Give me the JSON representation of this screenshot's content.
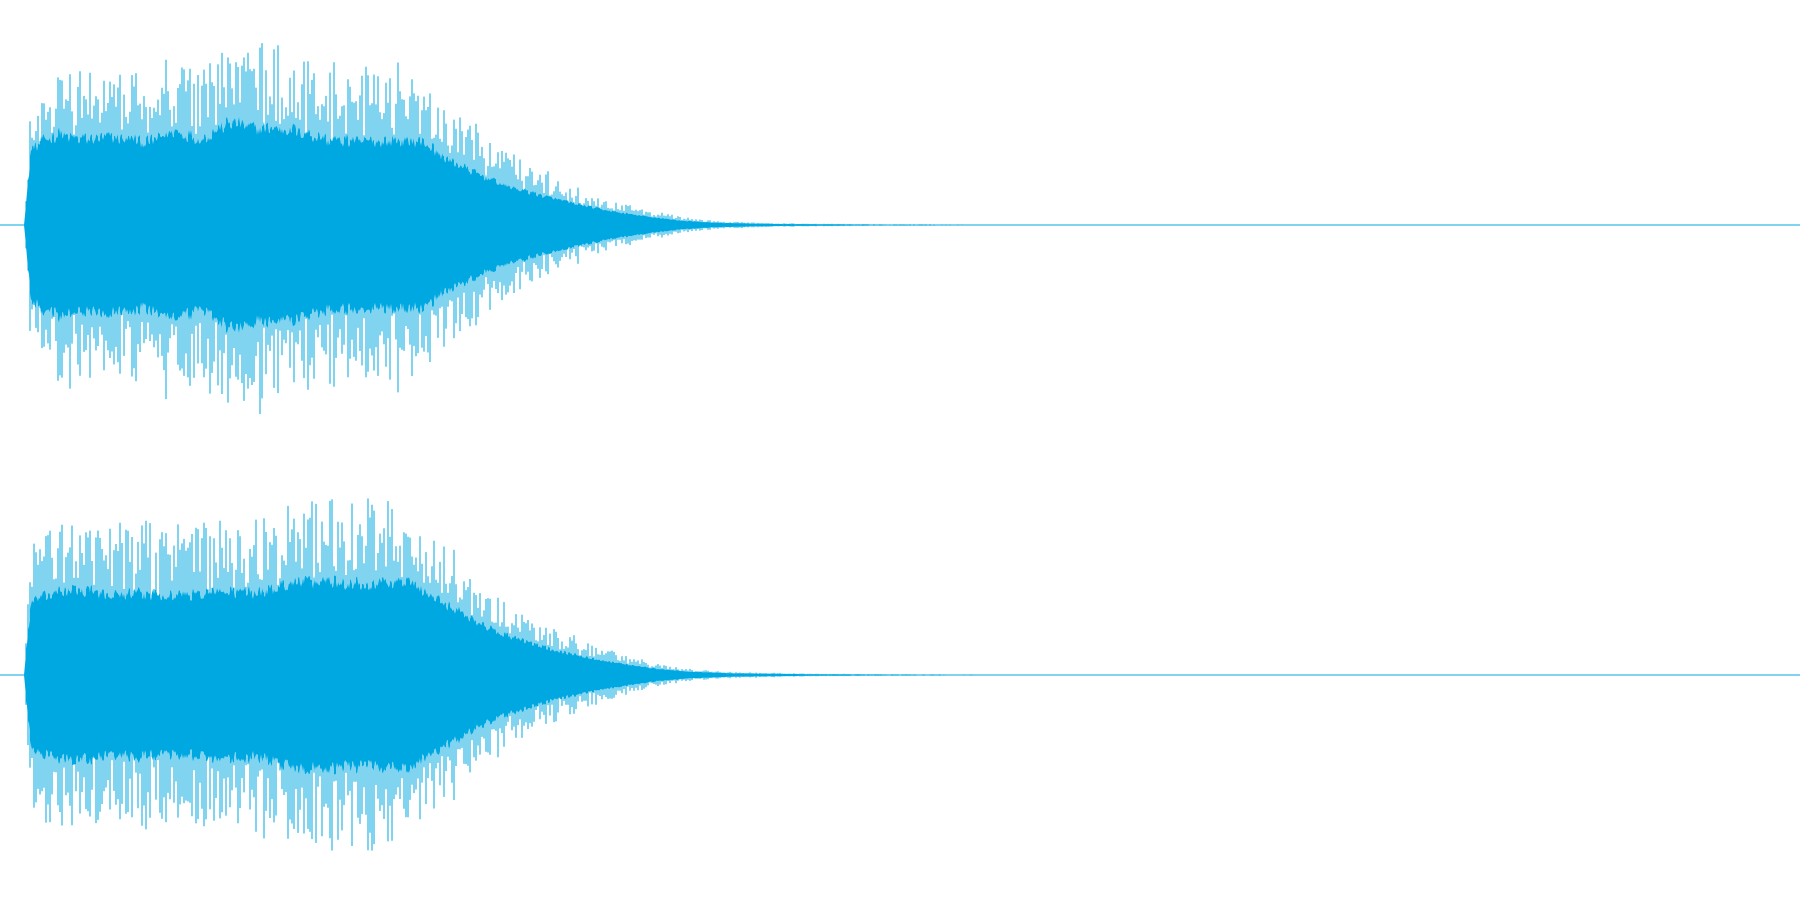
{
  "chart_data": {
    "type": "area",
    "title": "",
    "xlabel": "",
    "ylabel": "",
    "color": "#00a8e2",
    "background": "#ffffff",
    "ylim": [
      -1,
      1
    ],
    "x_range": [
      0,
      1
    ],
    "grid": false,
    "legend": "none",
    "series": [
      {
        "channel": 1,
        "envelope": [
          {
            "t": 0.0,
            "peak": 0.0
          },
          {
            "t": 0.002,
            "peak": 0.35
          },
          {
            "t": 0.004,
            "peak": 0.7
          },
          {
            "t": 0.01,
            "peak": 0.78
          },
          {
            "t": 0.02,
            "peak": 0.85
          },
          {
            "t": 0.03,
            "peak": 0.8
          },
          {
            "t": 0.05,
            "peak": 0.82
          },
          {
            "t": 0.07,
            "peak": 0.78
          },
          {
            "t": 0.085,
            "peak": 0.88
          },
          {
            "t": 0.1,
            "peak": 0.8
          },
          {
            "t": 0.115,
            "peak": 0.95
          },
          {
            "t": 0.13,
            "peak": 0.92
          },
          {
            "t": 0.15,
            "peak": 0.9
          },
          {
            "t": 0.17,
            "peak": 0.8
          },
          {
            "t": 0.19,
            "peak": 0.78
          },
          {
            "t": 0.21,
            "peak": 0.8
          },
          {
            "t": 0.225,
            "peak": 0.78
          },
          {
            "t": 0.24,
            "peak": 0.6
          },
          {
            "t": 0.255,
            "peak": 0.48
          },
          {
            "t": 0.27,
            "peak": 0.38
          },
          {
            "t": 0.29,
            "peak": 0.28
          },
          {
            "t": 0.31,
            "peak": 0.2
          },
          {
            "t": 0.33,
            "peak": 0.13
          },
          {
            "t": 0.35,
            "peak": 0.08
          },
          {
            "t": 0.37,
            "peak": 0.04
          },
          {
            "t": 0.39,
            "peak": 0.02
          },
          {
            "t": 0.42,
            "peak": 0.01
          },
          {
            "t": 0.47,
            "peak": 0.005
          },
          {
            "t": 0.53,
            "peak": 0.003
          },
          {
            "t": 0.54,
            "peak": 0.0
          },
          {
            "t": 1.0,
            "peak": 0.0
          }
        ]
      },
      {
        "channel": 2,
        "envelope": [
          {
            "t": 0.0,
            "peak": 0.0
          },
          {
            "t": 0.002,
            "peak": 0.35
          },
          {
            "t": 0.004,
            "peak": 0.68
          },
          {
            "t": 0.01,
            "peak": 0.72
          },
          {
            "t": 0.02,
            "peak": 0.78
          },
          {
            "t": 0.03,
            "peak": 0.8
          },
          {
            "t": 0.05,
            "peak": 0.75
          },
          {
            "t": 0.07,
            "peak": 0.76
          },
          {
            "t": 0.09,
            "peak": 0.74
          },
          {
            "t": 0.11,
            "peak": 0.78
          },
          {
            "t": 0.13,
            "peak": 0.77
          },
          {
            "t": 0.15,
            "peak": 0.85
          },
          {
            "t": 0.17,
            "peak": 0.88
          },
          {
            "t": 0.19,
            "peak": 0.86
          },
          {
            "t": 0.215,
            "peak": 0.88
          },
          {
            "t": 0.23,
            "peak": 0.72
          },
          {
            "t": 0.245,
            "peak": 0.6
          },
          {
            "t": 0.26,
            "peak": 0.45
          },
          {
            "t": 0.275,
            "peak": 0.35
          },
          {
            "t": 0.295,
            "peak": 0.25
          },
          {
            "t": 0.315,
            "peak": 0.17
          },
          {
            "t": 0.335,
            "peak": 0.11
          },
          {
            "t": 0.355,
            "peak": 0.06
          },
          {
            "t": 0.375,
            "peak": 0.03
          },
          {
            "t": 0.4,
            "peak": 0.015
          },
          {
            "t": 0.45,
            "peak": 0.006
          },
          {
            "t": 0.535,
            "peak": 0.003
          },
          {
            "t": 0.545,
            "peak": 0.0
          },
          {
            "t": 1.0,
            "peak": 0.0
          }
        ]
      }
    ]
  }
}
